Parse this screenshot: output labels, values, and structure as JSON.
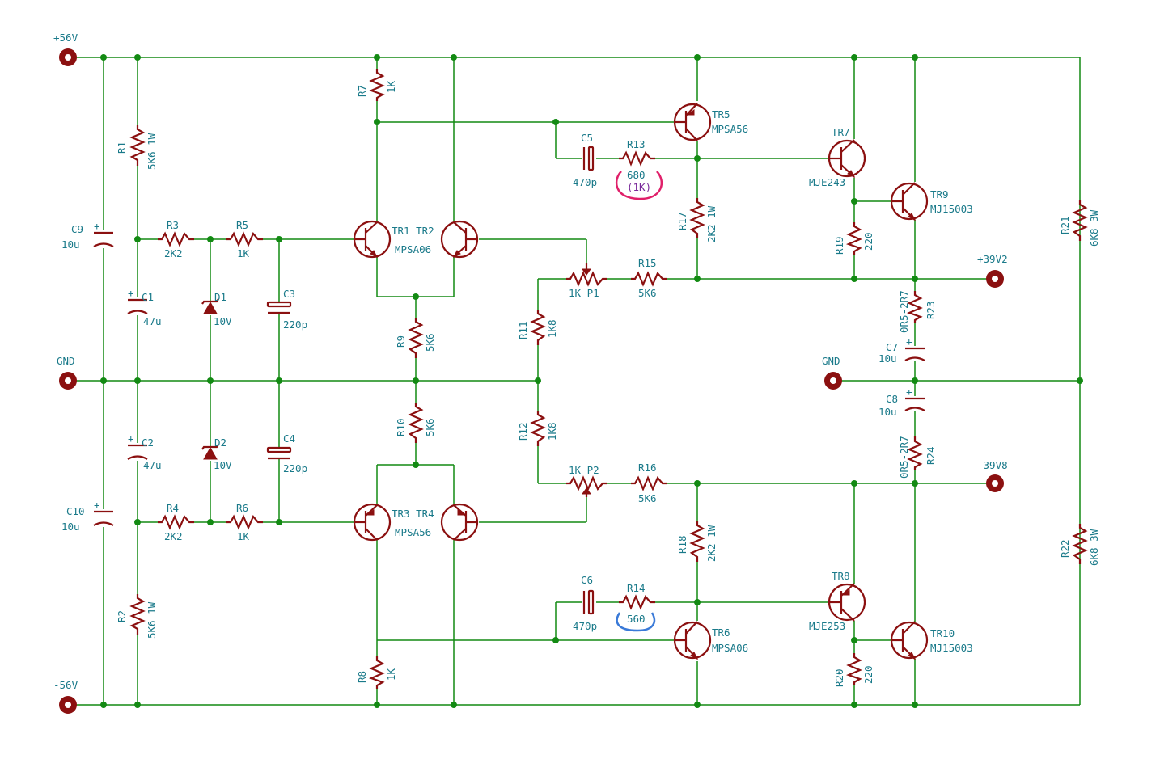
{
  "ports": {
    "p56": "+56V",
    "gnd_l": "GND",
    "m56": "-56V",
    "p39": "+39V2",
    "gnd_r": "GND",
    "m39": "-39V8"
  },
  "labels": {
    "R1": "R1",
    "R1v": "5K6 1W",
    "R2": "R2",
    "R2v": "5K6 1W",
    "R3": "R3",
    "R3v": "2K2",
    "R4": "R4",
    "R4v": "2K2",
    "R5": "R5",
    "R5v": "1K",
    "R6": "R6",
    "R6v": "1K",
    "R7": "R7",
    "R7v": "1K",
    "R8": "R8",
    "R8v": "1K",
    "R9": "R9",
    "R9v": "5K6",
    "R10": "R10",
    "R10v": "5K6",
    "R11": "R11",
    "R11v": "1K8",
    "R12": "R12",
    "R12v": "1K8",
    "R13": "R13",
    "R13v": "680",
    "R13note": "(1K)",
    "R14": "R14",
    "R14v": "560",
    "R15": "R15",
    "R15v": "5K6",
    "R16": "R16",
    "R16v": "5K6",
    "R17": "R17",
    "R17v": "2K2 1W",
    "R18": "R18",
    "R18v": "2K2 1W",
    "R19": "R19",
    "R19v": "220",
    "R20": "R20",
    "R20v": "220",
    "R21": "R21",
    "R21v": "6K8 3W",
    "R22": "R22",
    "R22v": "6K8 3W",
    "R23": "R23",
    "R23v": "0R5-2R7",
    "R24": "R24",
    "R24v": "0R5-2R7",
    "C1": "C1",
    "C1v": "47u",
    "C2": "C2",
    "C2v": "47u",
    "C3": "C3",
    "C3v": "220p",
    "C4": "C4",
    "C4v": "220p",
    "C5": "C5",
    "C5v": "470p",
    "C6": "C6",
    "C6v": "470p",
    "C7": "C7",
    "C7v": "10u",
    "C8": "C8",
    "C8v": "10u",
    "C9": "C9",
    "C9v": "10u",
    "C10": "C10",
    "C10v": "10u",
    "D1": "D1",
    "D1v": "10V",
    "D2": "D2",
    "D2v": "10V",
    "P1": "1K P1",
    "P2": "1K P2",
    "TR12": "TR1 TR2",
    "TR12v": "MPSA06",
    "TR34": "TR3 TR4",
    "TR34v": "MPSA56",
    "TR5": "TR5",
    "TR5v": "MPSA56",
    "TR6": "TR6",
    "TR6v": "MPSA06",
    "TR7": "TR7",
    "TR7v": "MJE243",
    "TR8": "TR8",
    "TR8v": "MJE253",
    "TR9": "TR9",
    "TR9v": "MJ15003",
    "TR10": "TR10",
    "TR10v": "MJ15003"
  },
  "colors": {
    "wire": "#138a13",
    "component": "#8b1010",
    "text": "#1a7a8a",
    "note_red": "#e0206a",
    "note_blue": "#3a7ad8",
    "note_purple": "#7a2a9a"
  }
}
